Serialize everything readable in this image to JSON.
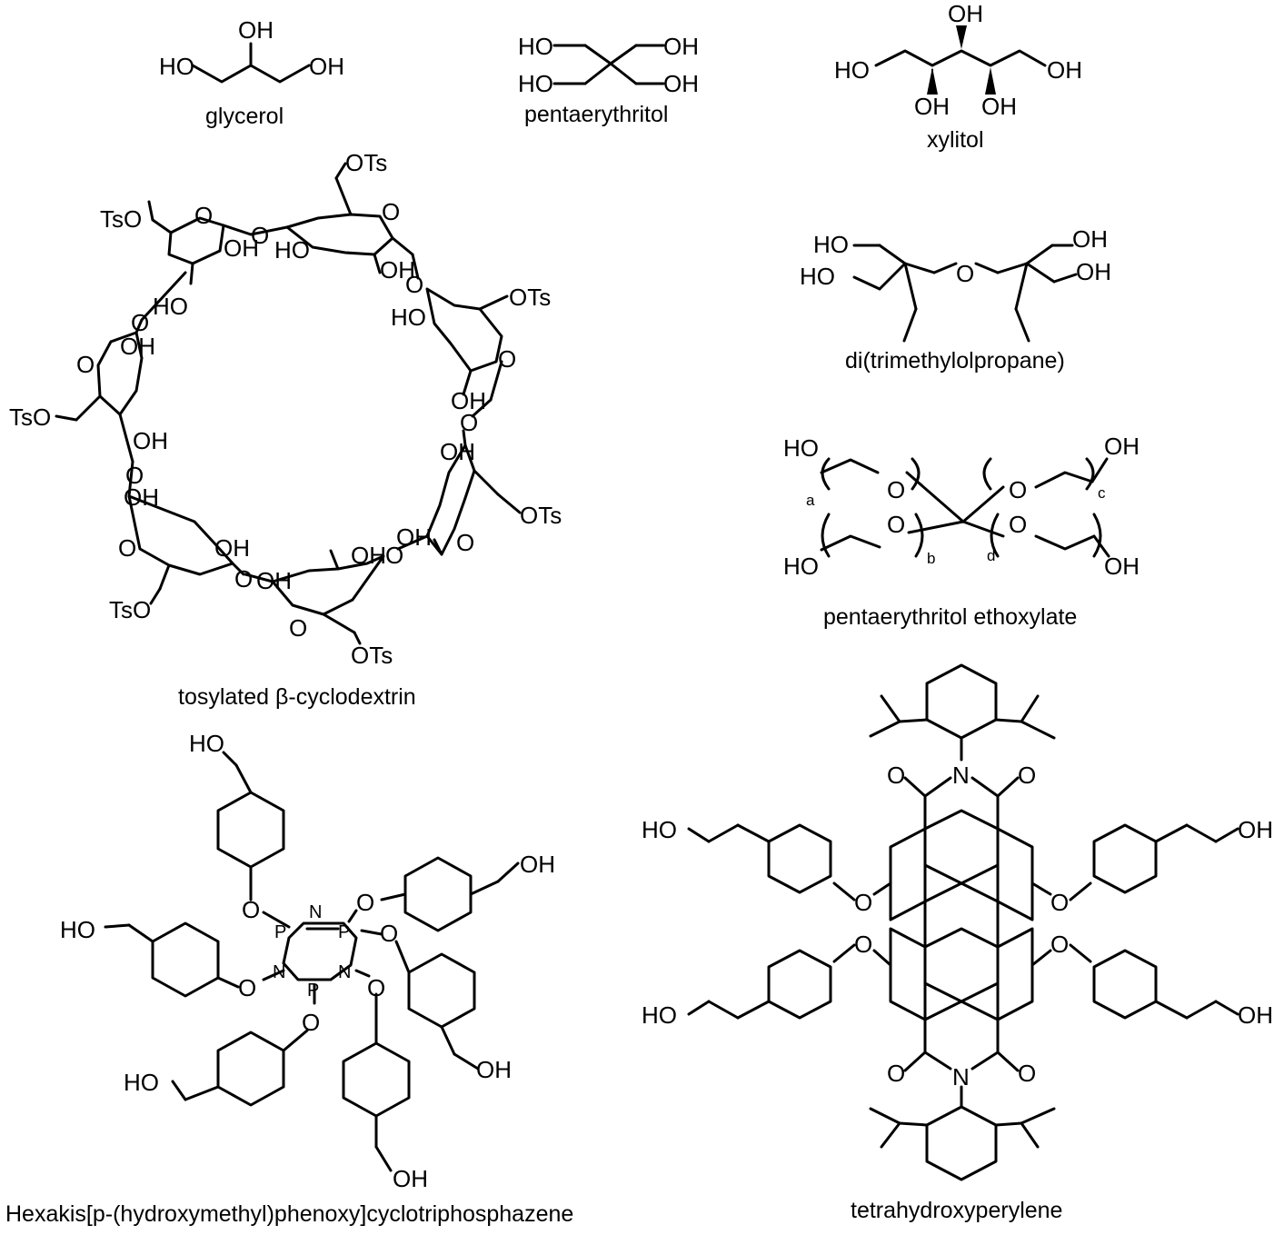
{
  "labels": {
    "oh": "OH",
    "ho": "HO",
    "o": "O",
    "n": "N",
    "p": "P",
    "ots": "OTs",
    "tso": "TsO",
    "idx_a": "a",
    "idx_b": "b",
    "idx_c": "c",
    "idx_d": "d"
  },
  "captions": {
    "glycerol": "glycerol",
    "pentaerythritol": "pentaerythritol",
    "xylitol": "xylitol",
    "di_tmp": "di(trimethylolpropane)",
    "pe_ethoxylate": "pentaerythritol ethoxylate",
    "cyclodextrin": "tosylated β-cyclodextrin",
    "phosphazene": "Hexakis[p-(hydroxymethyl)phenoxy]cyclotriphosphazene",
    "perylene": "tetrahydroxyperylene"
  }
}
